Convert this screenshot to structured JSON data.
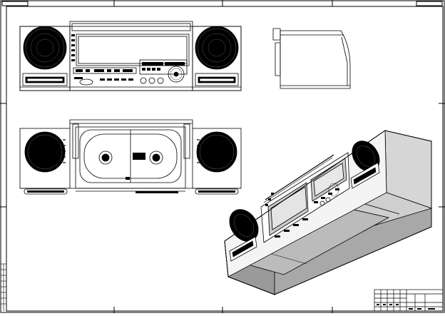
{
  "drawing": {
    "views": [
      {
        "id": "front",
        "label": ""
      },
      {
        "id": "side",
        "label": ""
      },
      {
        "id": "top",
        "label": ""
      },
      {
        "id": "isometric",
        "label": ""
      }
    ],
    "title_block": {
      "rows": 5,
      "columns": 8
    }
  }
}
